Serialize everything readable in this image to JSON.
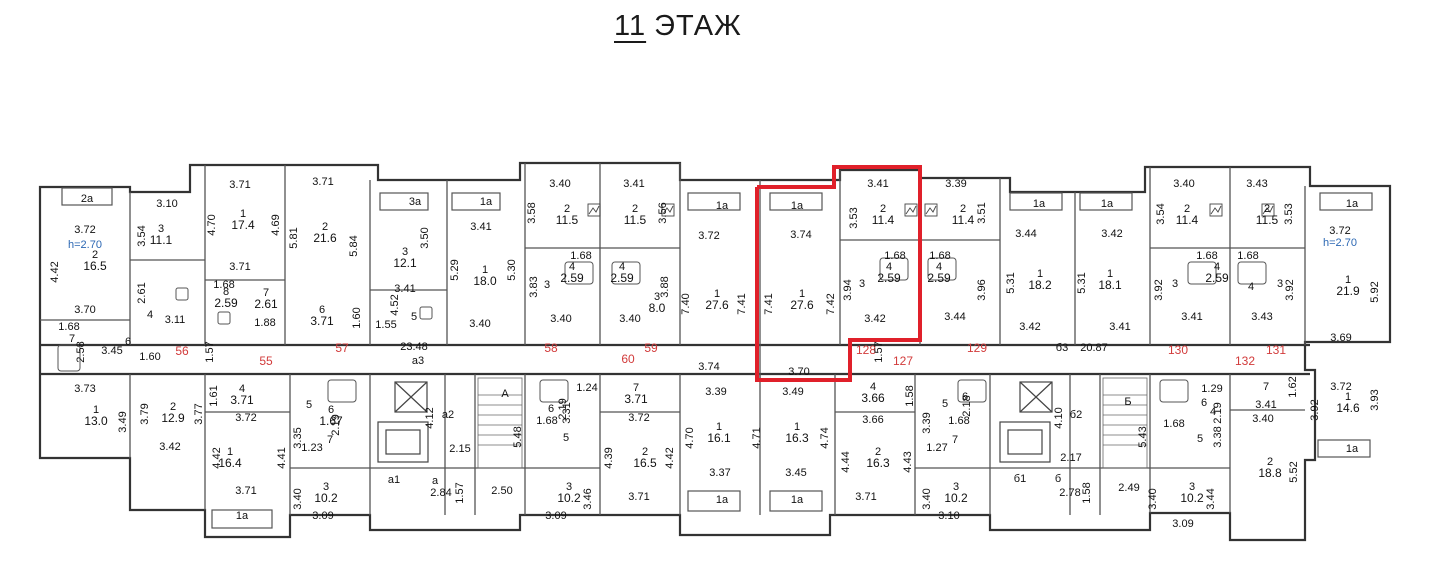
{
  "title": {
    "floor_number": "11",
    "label": "ЭТАЖ"
  },
  "colors": {
    "highlight": "#e0202a",
    "wall": "#333333",
    "corridor_number": "#d23b3b",
    "height_note": "#2b67b3"
  },
  "labels": [
    {
      "id": "bal-2a",
      "text": "2а"
    },
    {
      "id": "d-310",
      "text": "3.10"
    },
    {
      "id": "d-371a",
      "text": "3.71"
    },
    {
      "id": "d-371b",
      "text": "3.71"
    },
    {
      "id": "d-372a",
      "text": "3.72"
    },
    {
      "id": "h-left",
      "text": "h=2.70"
    },
    {
      "id": "d-442",
      "text": "4.42"
    },
    {
      "id": "r-2-165",
      "text": "2\n16.5"
    },
    {
      "id": "d-370a",
      "text": "3.70"
    },
    {
      "id": "d-354",
      "text": "3.54"
    },
    {
      "id": "r-3-111",
      "text": "3\n11.1"
    },
    {
      "id": "d-470",
      "text": "4.70"
    },
    {
      "id": "r-1-174",
      "text": "1\n17.4"
    },
    {
      "id": "d-469",
      "text": "4.69"
    },
    {
      "id": "d-581",
      "text": "5.81"
    },
    {
      "id": "r-2-216",
      "text": "2\n21.6"
    },
    {
      "id": "d-584",
      "text": "5.84"
    },
    {
      "id": "d-371c",
      "text": "3.71"
    },
    {
      "id": "d-261a",
      "text": "2.61"
    },
    {
      "id": "d-168a",
      "text": "1.68"
    },
    {
      "id": "d-4a",
      "text": "4"
    },
    {
      "id": "d-311",
      "text": "3.11"
    },
    {
      "id": "r-8-259",
      "text": "8\n2.59"
    },
    {
      "id": "r-7-261",
      "text": "7\n2.61"
    },
    {
      "id": "d-188",
      "text": "1.88"
    },
    {
      "id": "r-6-371",
      "text": "6\n3.71"
    },
    {
      "id": "d-160a",
      "text": "1.60"
    },
    {
      "id": "bal-3a",
      "text": "3а"
    },
    {
      "id": "r-3-121",
      "text": "3\n12.1"
    },
    {
      "id": "d-350",
      "text": "3.50"
    },
    {
      "id": "d-341a",
      "text": "3.41"
    },
    {
      "id": "d-452",
      "text": "4.52"
    },
    {
      "id": "d-155",
      "text": "1.55"
    },
    {
      "id": "r-5",
      "text": "5"
    },
    {
      "id": "bal-1a-a",
      "text": "1а"
    },
    {
      "id": "d-341b",
      "text": "3.41"
    },
    {
      "id": "d-529",
      "text": "5.29"
    },
    {
      "id": "r-1-180",
      "text": "1\n18.0"
    },
    {
      "id": "d-530",
      "text": "5.30"
    },
    {
      "id": "d-340a",
      "text": "3.40"
    },
    {
      "id": "d-168b",
      "text": "1.68"
    },
    {
      "id": "d-345",
      "text": "3.45"
    },
    {
      "id": "d-6a",
      "text": "6"
    },
    {
      "id": "d-258",
      "text": "2.58"
    },
    {
      "id": "r-7a",
      "text": "7"
    },
    {
      "id": "d-160b",
      "text": "1.60"
    },
    {
      "id": "c-56",
      "text": "56"
    },
    {
      "id": "d-157a",
      "text": "1.57"
    },
    {
      "id": "c-55",
      "text": "55"
    },
    {
      "id": "c-57",
      "text": "57"
    },
    {
      "id": "d-2348",
      "text": "23.48"
    },
    {
      "id": "r-a3",
      "text": "а3"
    },
    {
      "id": "c-58",
      "text": "58"
    },
    {
      "id": "c-60",
      "text": "60"
    },
    {
      "id": "c-59",
      "text": "59"
    },
    {
      "id": "d-340b",
      "text": "3.40"
    },
    {
      "id": "d-358",
      "text": "3.58"
    },
    {
      "id": "r-2-115a",
      "text": "2\n11.5"
    },
    {
      "id": "d-341c",
      "text": "3.41"
    },
    {
      "id": "r-2-115b",
      "text": "2\n11.5"
    },
    {
      "id": "d-356",
      "text": "3.56"
    },
    {
      "id": "d-168c",
      "text": "1.68"
    },
    {
      "id": "d-383",
      "text": "3.83"
    },
    {
      "id": "d-3a",
      "text": "3"
    },
    {
      "id": "r-4-259a",
      "text": "4\n2.59"
    },
    {
      "id": "r-4-259b",
      "text": "4\n2.59"
    },
    {
      "id": "d-388",
      "text": "3.88"
    },
    {
      "id": "d-340c",
      "text": "3.40"
    },
    {
      "id": "d-340d",
      "text": "3.40"
    },
    {
      "id": "r-3-80",
      "text": "3\n8.0"
    },
    {
      "id": "bal-1a-b",
      "text": "1а"
    },
    {
      "id": "d-372b",
      "text": "3.72"
    },
    {
      "id": "d-740",
      "text": "7.40"
    },
    {
      "id": "r-1-276a",
      "text": "1\n27.6"
    },
    {
      "id": "d-741a",
      "text": "7.41"
    },
    {
      "id": "d-374a",
      "text": "3.74"
    },
    {
      "id": "bal-1a-c",
      "text": "1а"
    },
    {
      "id": "d-374b",
      "text": "3.74"
    },
    {
      "id": "d-741b",
      "text": "7.41"
    },
    {
      "id": "r-1-276b",
      "text": "1\n27.6"
    },
    {
      "id": "d-742",
      "text": "7.42"
    },
    {
      "id": "d-370b",
      "text": "3.70"
    },
    {
      "id": "d-341d",
      "text": "3.41"
    },
    {
      "id": "d-353a",
      "text": "3.53"
    },
    {
      "id": "r-2-114a",
      "text": "2\n11.4"
    },
    {
      "id": "d-339a",
      "text": "3.39"
    },
    {
      "id": "r-2-114b",
      "text": "2\n11.4"
    },
    {
      "id": "d-351",
      "text": "3.51"
    },
    {
      "id": "d-168d",
      "text": "1.68"
    },
    {
      "id": "d-168e",
      "text": "1.68"
    },
    {
      "id": "d-394",
      "text": "3.94"
    },
    {
      "id": "d-3b",
      "text": "3"
    },
    {
      "id": "r-4-259c",
      "text": "4\n2.59"
    },
    {
      "id": "r-4-259d",
      "text": "4\n2.59"
    },
    {
      "id": "d-396",
      "text": "3.96"
    },
    {
      "id": "d-342a",
      "text": "3.42"
    },
    {
      "id": "d-344a",
      "text": "3.44"
    },
    {
      "id": "c-128",
      "text": "128"
    },
    {
      "id": "d-157b",
      "text": "1.57"
    },
    {
      "id": "c-127",
      "text": "127"
    },
    {
      "id": "c-129",
      "text": "129"
    },
    {
      "id": "r-b3",
      "text": "б3"
    },
    {
      "id": "d-2087",
      "text": "20.87"
    },
    {
      "id": "c-130",
      "text": "130"
    },
    {
      "id": "c-132",
      "text": "132"
    },
    {
      "id": "c-131",
      "text": "131"
    },
    {
      "id": "bal-1a-d",
      "text": "1а"
    },
    {
      "id": "bal-1a-e",
      "text": "1а"
    },
    {
      "id": "d-344b",
      "text": "3.44"
    },
    {
      "id": "d-531a",
      "text": "5.31"
    },
    {
      "id": "r-1-182",
      "text": "1\n18.2"
    },
    {
      "id": "d-342b",
      "text": "3.42"
    },
    {
      "id": "d-531b",
      "text": "5.31"
    },
    {
      "id": "r-1-181",
      "text": "1\n18.1"
    },
    {
      "id": "d-342c",
      "text": "3.42"
    },
    {
      "id": "d-341e",
      "text": "3.41"
    },
    {
      "id": "d-340e",
      "text": "3.40"
    },
    {
      "id": "d-354b",
      "text": "3.54"
    },
    {
      "id": "r-2-114c",
      "text": "2\n11.4"
    },
    {
      "id": "d-343a",
      "text": "3.43"
    },
    {
      "id": "r-2-115c",
      "text": "2\n11.5"
    },
    {
      "id": "d-353b",
      "text": "3.53"
    },
    {
      "id": "d-168f",
      "text": "1.68"
    },
    {
      "id": "d-168g",
      "text": "1.68"
    },
    {
      "id": "d-392a",
      "text": "3.92"
    },
    {
      "id": "d-3c",
      "text": "3"
    },
    {
      "id": "r-4-259e",
      "text": "4\n2.59"
    },
    {
      "id": "d-4b",
      "text": "4"
    },
    {
      "id": "d-3d",
      "text": "3"
    },
    {
      "id": "d-392b",
      "text": "3.92"
    },
    {
      "id": "d-341f",
      "text": "3.41"
    },
    {
      "id": "d-343b",
      "text": "3.43"
    },
    {
      "id": "bal-1a-f",
      "text": "1а"
    },
    {
      "id": "d-372c",
      "text": "3.72"
    },
    {
      "id": "h-right",
      "text": "h=2.70"
    },
    {
      "id": "r-1-219",
      "text": "1\n21.9"
    },
    {
      "id": "d-592",
      "text": "5.92"
    },
    {
      "id": "d-369",
      "text": "3.69"
    },
    {
      "id": "d-373",
      "text": "3.73"
    },
    {
      "id": "d-349a",
      "text": "3.49"
    },
    {
      "id": "r-1-130",
      "text": "1\n13.0"
    },
    {
      "id": "d-379",
      "text": "3.79"
    },
    {
      "id": "r-2-129",
      "text": "2\n12.9"
    },
    {
      "id": "d-377",
      "text": "3.77"
    },
    {
      "id": "d-342d",
      "text": "3.42"
    },
    {
      "id": "r-4-371",
      "text": "4\n3.71"
    },
    {
      "id": "d-161a",
      "text": "1.61"
    },
    {
      "id": "d-372d",
      "text": "3.72"
    },
    {
      "id": "d-442b",
      "text": "4.42"
    },
    {
      "id": "r-1-164",
      "text": "1\n16.4"
    },
    {
      "id": "d-441",
      "text": "4.41"
    },
    {
      "id": "d-371d",
      "text": "3.71"
    },
    {
      "id": "bal-1a-g",
      "text": "1а"
    },
    {
      "id": "r-5b",
      "text": "5"
    },
    {
      "id": "d-335",
      "text": "3.35"
    },
    {
      "id": "d-219a",
      "text": "2.19"
    },
    {
      "id": "r-6-167",
      "text": "6\n1.67"
    },
    {
      "id": "d-123",
      "text": "1.23"
    },
    {
      "id": "r-7b",
      "text": "7"
    },
    {
      "id": "d-340f",
      "text": "3.40"
    },
    {
      "id": "r-3-102a",
      "text": "3\n10.2"
    },
    {
      "id": "d-309a",
      "text": "3.09"
    },
    {
      "id": "d-412",
      "text": "4.12"
    },
    {
      "id": "r-a2",
      "text": "а2"
    },
    {
      "id": "d-215",
      "text": "2.15"
    },
    {
      "id": "r-a1",
      "text": "а1"
    },
    {
      "id": "r-a",
      "text": "а"
    },
    {
      "id": "d-284",
      "text": "2.84"
    },
    {
      "id": "d-157c",
      "text": "1.57"
    },
    {
      "id": "d-250",
      "text": "2.50"
    },
    {
      "id": "st-A",
      "text": "А"
    },
    {
      "id": "d-548a",
      "text": "5.48"
    },
    {
      "id": "d-124",
      "text": "1.24"
    },
    {
      "id": "r-7-371",
      "text": "7\n3.71"
    },
    {
      "id": "d-331",
      "text": "3.31"
    },
    {
      "id": "d-219b",
      "text": "2.19"
    },
    {
      "id": "d-168h",
      "text": "1.68"
    },
    {
      "id": "r-6a",
      "text": "6"
    },
    {
      "id": "r-5c",
      "text": "5"
    },
    {
      "id": "d-372e",
      "text": "3.72"
    },
    {
      "id": "d-439",
      "text": "4.39"
    },
    {
      "id": "r-2-165b",
      "text": "2\n16.5"
    },
    {
      "id": "d-442c",
      "text": "4.42"
    },
    {
      "id": "r-3-102b",
      "text": "3\n10.2"
    },
    {
      "id": "d-346",
      "text": "3.46"
    },
    {
      "id": "d-309b",
      "text": "3.09"
    },
    {
      "id": "d-371e",
      "text": "3.71"
    },
    {
      "id": "d-339b",
      "text": "3.39"
    },
    {
      "id": "d-470b",
      "text": "4.70"
    },
    {
      "id": "r-1-161",
      "text": "1\n16.1"
    },
    {
      "id": "d-471",
      "text": "4.71"
    },
    {
      "id": "d-337",
      "text": "3.37"
    },
    {
      "id": "bal-1a-h",
      "text": "1а"
    },
    {
      "id": "d-349b",
      "text": "3.49"
    },
    {
      "id": "r-1-163",
      "text": "1\n16.3"
    },
    {
      "id": "d-474",
      "text": "4.74"
    },
    {
      "id": "d-345b",
      "text": "3.45"
    },
    {
      "id": "bal-1a-i",
      "text": "1а"
    },
    {
      "id": "r-4-366",
      "text": "4\n3.66"
    },
    {
      "id": "d-158a",
      "text": "1.58"
    },
    {
      "id": "d-366",
      "text": "3.66"
    },
    {
      "id": "d-444",
      "text": "4.44"
    },
    {
      "id": "r-2-163",
      "text": "2\n16.3"
    },
    {
      "id": "d-443",
      "text": "4.43"
    },
    {
      "id": "d-371f",
      "text": "3.71"
    },
    {
      "id": "d-339c",
      "text": "3.39"
    },
    {
      "id": "r-5d",
      "text": "5"
    },
    {
      "id": "d-218",
      "text": "2.18"
    },
    {
      "id": "r-6b",
      "text": "6"
    },
    {
      "id": "d-168i",
      "text": "1.68"
    },
    {
      "id": "r-7c",
      "text": "7"
    },
    {
      "id": "d-127",
      "text": "1.27"
    },
    {
      "id": "d-340g",
      "text": "3.40"
    },
    {
      "id": "r-3-102c",
      "text": "3\n10.2"
    },
    {
      "id": "d-310b",
      "text": "3.10"
    },
    {
      "id": "d-410",
      "text": "4.10"
    },
    {
      "id": "r-b2",
      "text": "б2"
    },
    {
      "id": "d-217",
      "text": "2.17"
    },
    {
      "id": "r-b1",
      "text": "б1"
    },
    {
      "id": "r-b",
      "text": "б"
    },
    {
      "id": "d-278",
      "text": "2.78"
    },
    {
      "id": "d-158b",
      "text": "1.58"
    },
    {
      "id": "d-249",
      "text": "2.49"
    },
    {
      "id": "st-B",
      "text": "Б"
    },
    {
      "id": "d-543",
      "text": "5.43"
    },
    {
      "id": "d-129",
      "text": "1.29"
    },
    {
      "id": "d-219c",
      "text": "2.19"
    },
    {
      "id": "r-6c",
      "text": "6"
    },
    {
      "id": "d-168j",
      "text": "1.68"
    },
    {
      "id": "r-5e",
      "text": "5"
    },
    {
      "id": "d-338",
      "text": "3.38"
    },
    {
      "id": "d-4c",
      "text": "4"
    },
    {
      "id": "d-340h",
      "text": "3.40"
    },
    {
      "id": "r-3-102d",
      "text": "3\n10.2"
    },
    {
      "id": "d-344c",
      "text": "3.44"
    },
    {
      "id": "d-309c",
      "text": "3.09"
    },
    {
      "id": "r-7d",
      "text": "7"
    },
    {
      "id": "d-341g",
      "text": "3.41"
    },
    {
      "id": "d-162",
      "text": "1.62"
    },
    {
      "id": "d-340i",
      "text": "3.40"
    },
    {
      "id": "r-2-188",
      "text": "2\n18.8"
    },
    {
      "id": "d-552",
      "text": "5.52"
    },
    {
      "id": "d-372f",
      "text": "3.72"
    },
    {
      "id": "d-392c",
      "text": "3.92"
    },
    {
      "id": "r-1-146",
      "text": "1\n14.6"
    },
    {
      "id": "d-393",
      "text": "3.93"
    },
    {
      "id": "bal-1a-j",
      "text": "1а"
    }
  ]
}
